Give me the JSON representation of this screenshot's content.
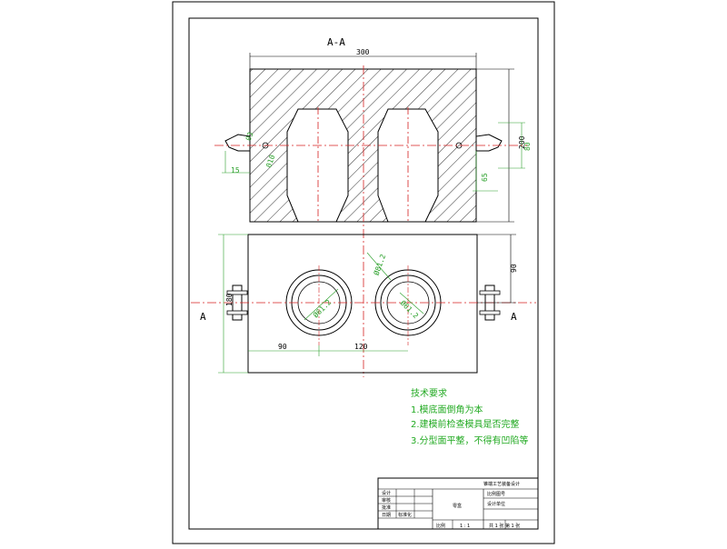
{
  "drawing": {
    "section_label": "A-A",
    "section_marker_left": "A",
    "section_marker_right": "A",
    "dims": {
      "width_top": "300",
      "height_right_outer": "200",
      "height_right_inner": "80",
      "left_small_vert": "15",
      "right_small_bottom": "65",
      "bottom_right": "90",
      "bottom_left_vert": "180",
      "bottom_h_left": "90",
      "bottom_h_center": "120",
      "green_top_left_a": "03",
      "green_top_left_b": "010"
    },
    "hole_dims": {
      "left_hole": "Ø61.2",
      "right_hole": "Ø61.2",
      "right_outer": "Ø81.2"
    }
  },
  "notes": {
    "title": "技术要求",
    "items": [
      "1.模底面倒角为本",
      "2.建模前检查模具是否完整",
      "3.分型面平整，不得有凹陷等"
    ]
  },
  "title_block": {
    "project": "锥端工艺装备设计",
    "part": "零盒",
    "rows": [
      "设计",
      "审核",
      "批准",
      "日期",
      "标准化"
    ],
    "right_top": "比例图号",
    "right_mid": "设计单位",
    "scale_label": "比例",
    "scale": "1 : 1",
    "sheet": "共 1 张  第 1 张"
  }
}
